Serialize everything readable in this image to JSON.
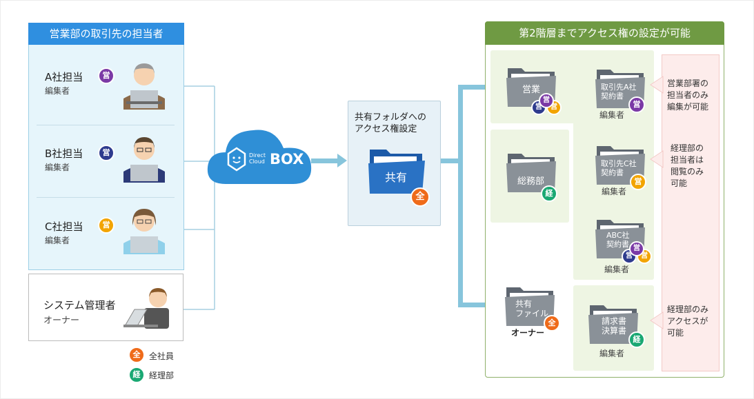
{
  "left_panel": {
    "title": "営業部の取引先の担当者",
    "persons": [
      {
        "name": "A社担当",
        "role": "編集者",
        "badge": "営"
      },
      {
        "name": "B社担当",
        "role": "編集者",
        "badge": "営"
      },
      {
        "name": "C社担当",
        "role": "編集者",
        "badge": "営"
      }
    ],
    "admin": {
      "name": "システム管理者",
      "role": "オーナー"
    }
  },
  "legend": [
    {
      "badge": "全",
      "label": "全社員"
    },
    {
      "badge": "経",
      "label": "経理部"
    }
  ],
  "cloud": {
    "logo_line1": "Direct",
    "logo_line2": "Cloud",
    "logo_main": "BOX"
  },
  "shared_box": {
    "title_line1": "共有フォルダへの",
    "title_line2": "アクセス権設定",
    "folder_label": "共有",
    "badge": "全"
  },
  "right_panel": {
    "title": "第2階層までアクセス権の設定が可能",
    "folders": {
      "eigyo": {
        "label": "営業",
        "badge1": "営",
        "badge2": "営"
      },
      "somu": {
        "label": "総務部",
        "badge": "経"
      },
      "shared_file": {
        "label1": "共有",
        "label2": "ファイル",
        "badge": "全",
        "role": "オーナー"
      },
      "contract_a": {
        "label1": "取引先A社",
        "label2": "契約書",
        "badge": "営",
        "role": "編集者"
      },
      "contract_c": {
        "label1": "取引先C社",
        "label2": "契約書",
        "badge": "営",
        "role": "編集者"
      },
      "contract_abc": {
        "label1": "ABC社",
        "label2": "契約書",
        "badge1": "営",
        "badge2": "営",
        "badge3": "営",
        "role": "編集者"
      },
      "invoice": {
        "label1": "請求書",
        "label2": "決算書",
        "badge": "経",
        "role": "編集者"
      }
    },
    "notes": [
      {
        "line1": "営業部署の",
        "line2": "担当者のみ",
        "line3": "編集が可能"
      },
      {
        "line1": "経理部の",
        "line2": "担当者は",
        "line3": "閲覧のみ",
        "line4": "可能"
      },
      {
        "line1": "経理部のみ",
        "line2": "アクセスが",
        "line3": "可能"
      }
    ]
  },
  "colors": {
    "blue_header": "#2f8fe0",
    "light_blue_bg": "#e6f5fb",
    "green_header": "#6f9a43",
    "green_bg": "#eef5e3",
    "pink_bg": "#fdeceb",
    "connector": "#87c5dc",
    "cloud": "#2f8fd6",
    "folder_blue": "#2870c0",
    "folder_gray": "#8a9198"
  }
}
